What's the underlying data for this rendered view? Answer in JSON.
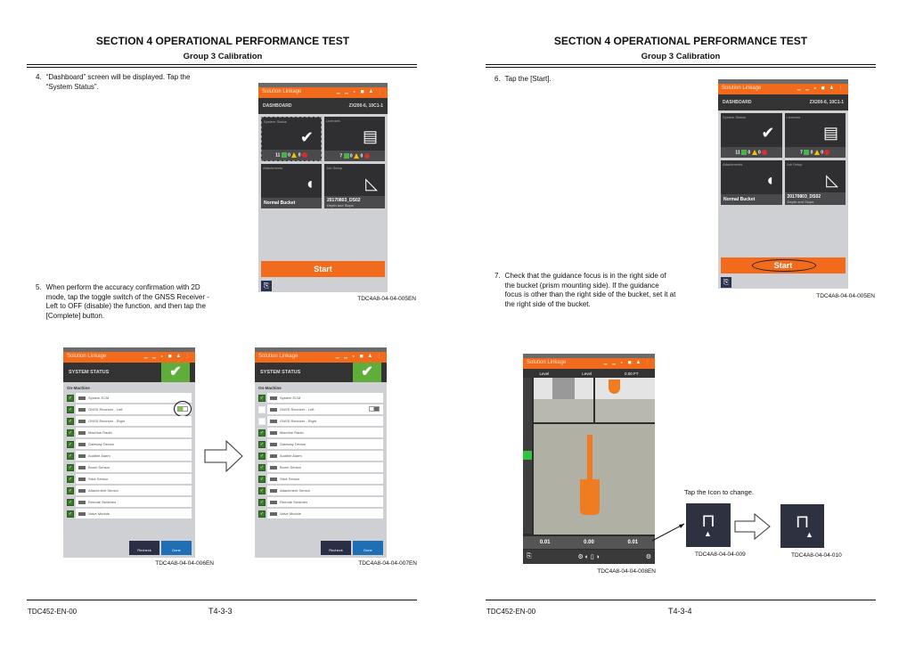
{
  "left_page": {
    "section_title": "SECTION 4 OPERATIONAL PERFORMANCE TEST",
    "group_title": "Group 3 Calibration",
    "steps": [
      {
        "num": "4.",
        "text": "“Dashboard” screen will be displayed. Tap the “System Status”."
      },
      {
        "num": "5.",
        "text": "When perform the accuracy confirmation with 2D mode, tap the toggle switch of the GNSS Receiver - Left to OFF (disable) the function, and then tap the [Complete] button."
      }
    ],
    "captions": [
      "TDC4A8-04-04-005EN",
      "TDC4A8-04-04-006EN",
      "TDC4A8-04-04-007EN"
    ],
    "footer": {
      "doc": "TDC452-EN-00",
      "page": "T4-3-3"
    }
  },
  "right_page": {
    "section_title": "SECTION 4 OPERATIONAL PERFORMANCE TEST",
    "group_title": "Group 3 Calibration",
    "steps": [
      {
        "num": "6.",
        "text": "Tap the [Start]."
      },
      {
        "num": "7.",
        "text": "Check that the guidance focus is in the right side of the bucket (prism mounting side). If the guidance focus is other than the right side of the bucket, set it at the right side of the bucket."
      }
    ],
    "tap_note": "Tap the Icon to change.",
    "captions": [
      "TDC4A8-04-04-005EN",
      "TDC4A8-04-04-008EN",
      "TDC4A8-04-04-009",
      "TDC4A8-04-04-010"
    ],
    "footer": {
      "doc": "TDC452-EN-00",
      "page": "T4-3-4"
    }
  },
  "app": {
    "name": "Solution Linkage",
    "dashboard": {
      "title": "DASHBOARD",
      "machine": "ZX200-6, 10C1-1",
      "tiles": {
        "system_status": "System Status",
        "licenses": "Licenses",
        "attachments": "Attachments",
        "job_setup": "Job Setup"
      },
      "status_counts": {
        "ok": "11",
        "warn": "0",
        "err": "0"
      },
      "license_counts": {
        "ok": "7",
        "warn": "0",
        "err": "0"
      },
      "attachment": "Normal Bucket",
      "job": "20170803_DS02",
      "job_type": "Depth and Slope",
      "start": "Start"
    },
    "system_status": {
      "title": "SYSTEM STATUS",
      "group": "On-Machine",
      "items": [
        "System ECM",
        "GNSS Receiver - Left",
        "GNSS Receiver - Right",
        "Machine Radio",
        "Gateway Device",
        "Audible Alarm",
        "Boom Sensor",
        "Stick Sensor",
        "Attachment Sensor",
        "Remote Switches",
        "Valve Module"
      ],
      "recheck": "Recheck",
      "done": "Done"
    },
    "guidance": {
      "level1": "Level",
      "level2": "Level",
      "offset": "0.00 FT",
      "values": [
        "0.01",
        "0.00",
        "0.01"
      ]
    }
  },
  "colors": {
    "orange": "#f26b1d",
    "green": "#5fae3c",
    "dark": "#333333"
  }
}
